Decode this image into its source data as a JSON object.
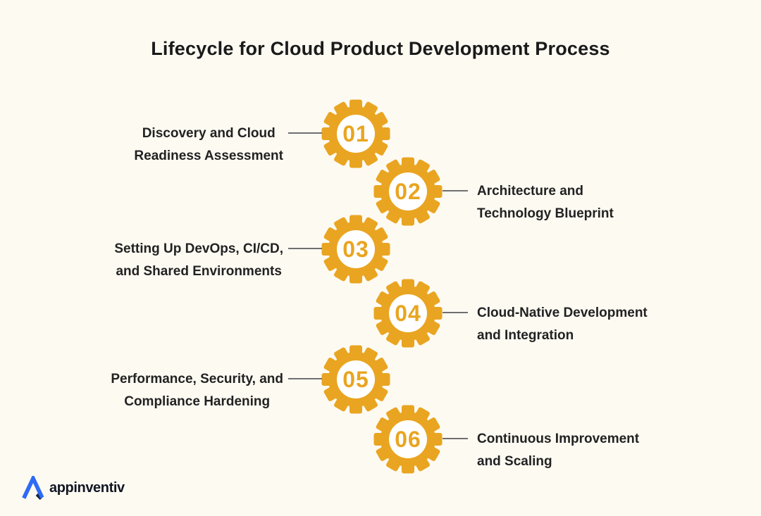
{
  "title": "Lifecycle for Cloud Product Development Process",
  "colors": {
    "background": "#FDFAF2",
    "gear": "#E9A521",
    "connector": "#6F6F6F",
    "label_text": "#222222",
    "title_text": "#1A1A1A",
    "logo_blue": "#2E6BF4",
    "logo_navy": "#122440"
  },
  "steps": [
    {
      "number": "01",
      "line1": "Discovery and Cloud",
      "line2": "Readiness Assessment",
      "side": "left"
    },
    {
      "number": "02",
      "line1": "Architecture and",
      "line2": "Technology Blueprint",
      "side": "right"
    },
    {
      "number": "03",
      "line1": "Setting Up DevOps, CI/CD,",
      "line2": "and Shared Environments",
      "side": "left"
    },
    {
      "number": "04",
      "line1": "Cloud-Native Development",
      "line2": "and Integration",
      "side": "right"
    },
    {
      "number": "05",
      "line1": "Performance, Security, and",
      "line2": "Compliance Hardening",
      "side": "left"
    },
    {
      "number": "06",
      "line1": "Continuous Improvement",
      "line2": "and Scaling",
      "side": "right"
    }
  ],
  "logo": {
    "text": "appinventiv",
    "mark": "appinventiv-triangle-logo"
  }
}
